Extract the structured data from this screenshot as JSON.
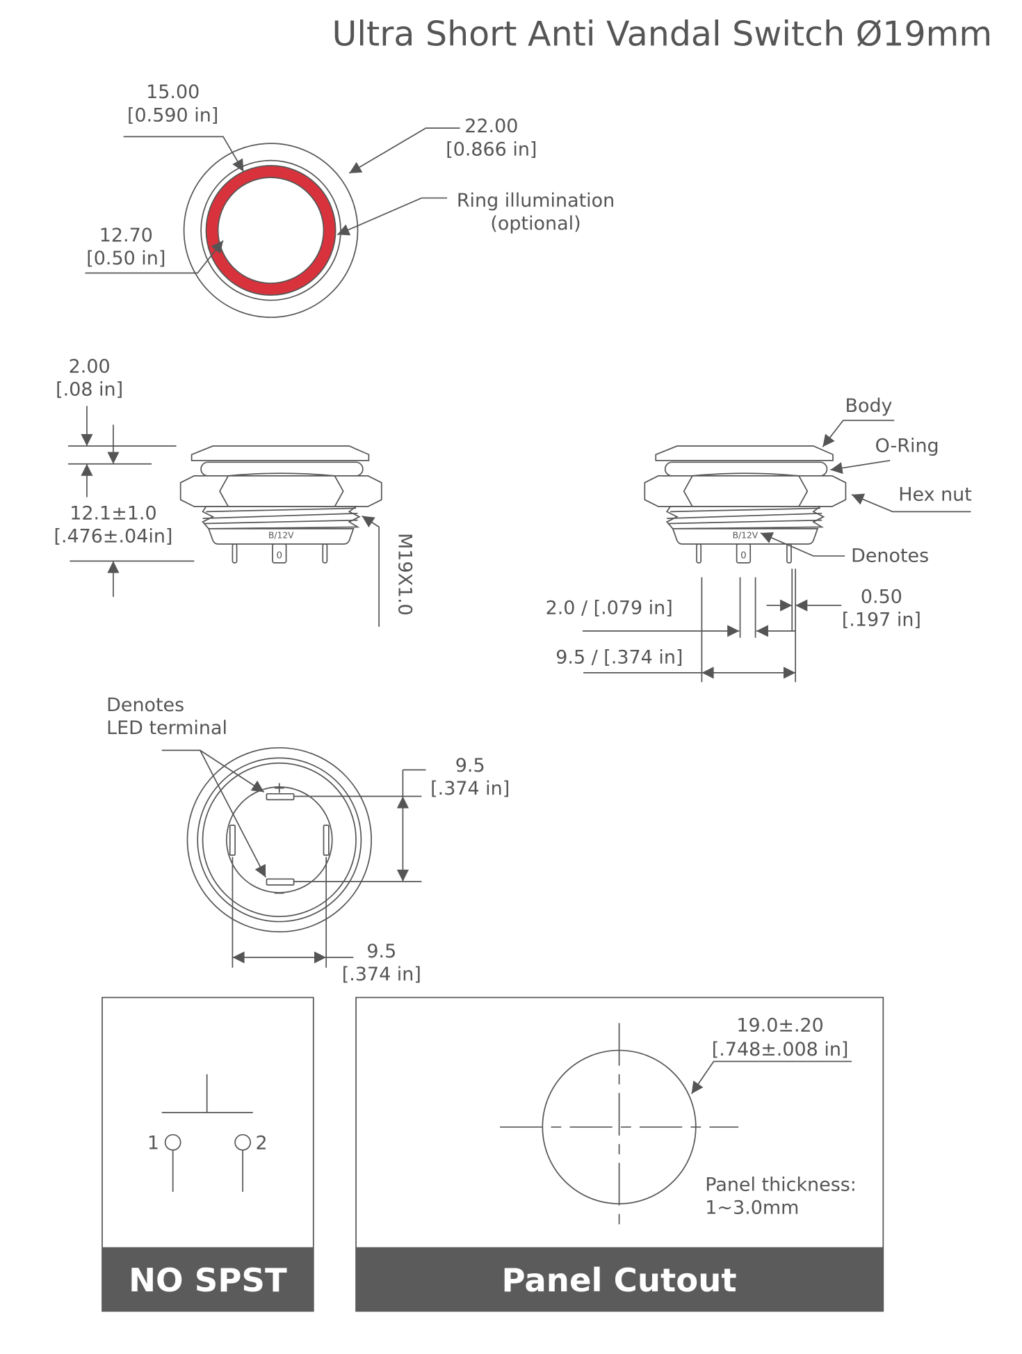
{
  "title": "Ultra Short Anti Vandal Switch Ø19mm",
  "colors": {
    "ring": "#d8333d",
    "line": "#555555",
    "band": "#5b5b5b"
  },
  "top_view": {
    "dim_outer_inner": {
      "mm": "15.00",
      "in": "[0.590 in]"
    },
    "dim_outer": {
      "mm": "22.00",
      "in": "[0.866 in]"
    },
    "ring_label": {
      "line1": "Ring illumination",
      "line2": "(optional)"
    },
    "dim_inner": {
      "mm": "12.70",
      "in": "[0.50 in]"
    }
  },
  "side_view_left": {
    "dim_head": {
      "mm": "2.00",
      "in": "[.08 in]"
    },
    "dim_height": {
      "mm": "12.1±1.0",
      "in": "[.476±.04in]"
    },
    "thread": "M19X1.0",
    "marking": "B/12V",
    "tab_mark": "0"
  },
  "side_view_right": {
    "labels": {
      "body": "Body",
      "oring": "O-Ring",
      "hexnut": "Hex nut",
      "denotes": "Denotes"
    },
    "marking": "B/12V",
    "tab_mark": "0",
    "dim_tab": "2.0 / [.079 in]",
    "dim_pin": {
      "mm": "0.50",
      "in": "[.197 in]"
    },
    "dim_span": "9.5 / [.374 in]"
  },
  "bottom_view": {
    "led_label": {
      "line1": "Denotes",
      "line2": "LED terminal"
    },
    "plus": "+",
    "minus": "−",
    "dim_vertical": {
      "mm": "9.5",
      "in": "[.374 in]"
    },
    "dim_horizontal": {
      "mm": "9.5",
      "in": "[.374 in]"
    }
  },
  "schematic": {
    "title": "NO SPST",
    "pin1": "1",
    "pin2": "2"
  },
  "panel_cutout": {
    "title": "Panel Cutout",
    "dim": {
      "mm": "19.0±.20",
      "in": "[.748±.008 in]"
    },
    "thickness": {
      "line1": "Panel thickness:",
      "line2": "1~3.0mm"
    }
  }
}
